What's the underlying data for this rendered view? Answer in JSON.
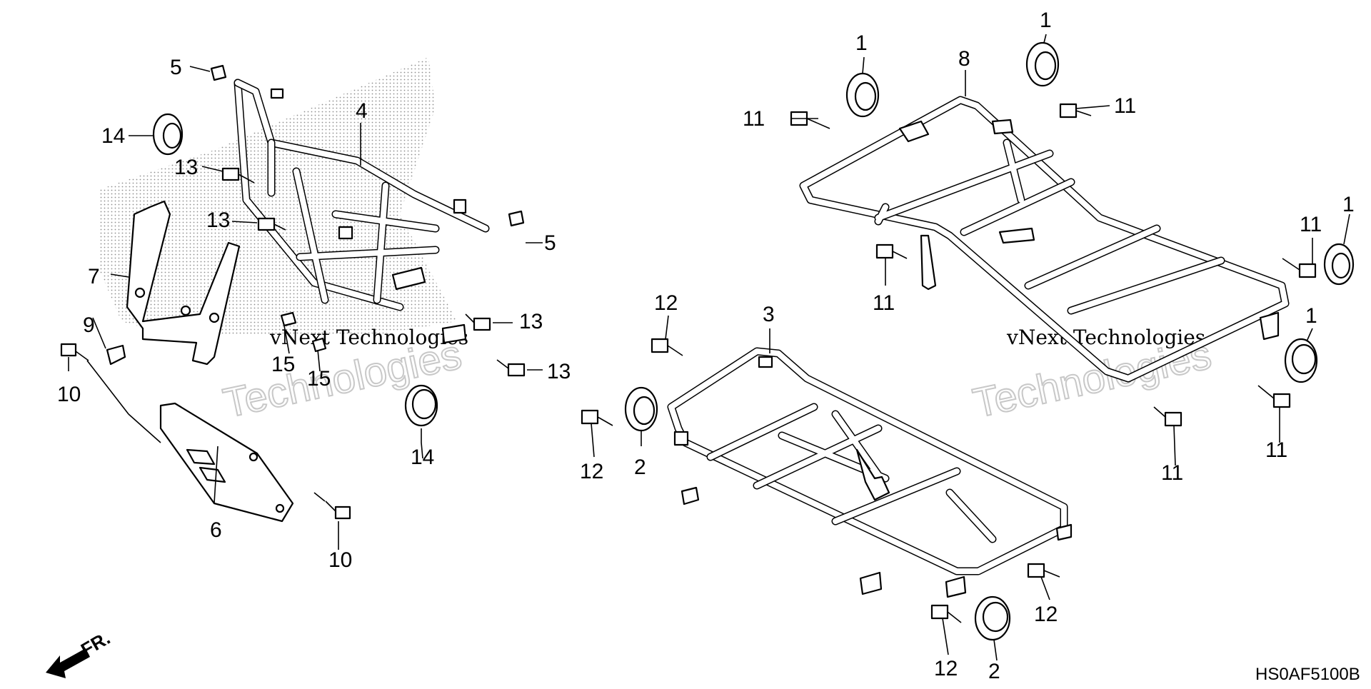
{
  "diagram": {
    "code": "HS0AF5100B",
    "direction_label": "FR.",
    "watermark": {
      "line1": "vNext Technologies",
      "line2": "Technologies"
    },
    "callouts": {
      "c1a": "1",
      "c1b": "1",
      "c1c": "1",
      "c1d": "1",
      "c2a": "2",
      "c2b": "2",
      "c3": "3",
      "c4": "4",
      "c5a": "5",
      "c5b": "5",
      "c6": "6",
      "c7": "7",
      "c8": "8",
      "c9": "9",
      "c10a": "10",
      "c10b": "10",
      "c11a": "11",
      "c11b": "11",
      "c11c": "11",
      "c11d": "11",
      "c11e": "11",
      "c11f": "11",
      "c12a": "12",
      "c12b": "12",
      "c12c": "12",
      "c12d": "12",
      "c13a": "13",
      "c13b": "13",
      "c13c": "13",
      "c13d": "13",
      "c14a": "14",
      "c14b": "14",
      "c15a": "15",
      "c15b": "15"
    }
  }
}
